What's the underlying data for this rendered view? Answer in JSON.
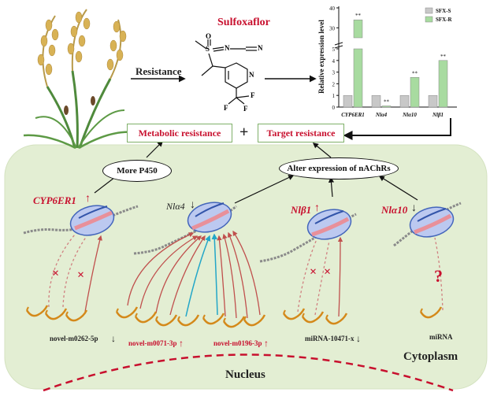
{
  "top": {
    "compound": "Sulfoxaflor",
    "resistance": "Resistance",
    "chem_atoms": {
      "o": "O",
      "s": "S",
      "n_imine": "N",
      "n_nitrile": "N",
      "n_ring": "N",
      "f1": "F",
      "f2": "F",
      "f3": "F"
    }
  },
  "chart_data": {
    "type": "bar",
    "categories": [
      "CYP6ER1",
      "Nlα4",
      "Nlα10",
      "Nlβ1"
    ],
    "series": [
      {
        "name": "SFX-S",
        "values": [
          1.0,
          1.0,
          1.0,
          1.0
        ],
        "color": "#c8c8c8"
      },
      {
        "name": "SFX-R",
        "values": [
          34.0,
          0.1,
          2.55,
          4.0
        ],
        "color": "#a8dba0"
      }
    ],
    "significance": [
      "**",
      "**",
      "**",
      "**"
    ],
    "ylabel": "Relative expression level",
    "ylim": [
      0,
      40
    ],
    "axis_break": [
      5,
      25
    ],
    "yticks_low": [
      "0",
      "1",
      "2",
      "3",
      "4",
      "5"
    ],
    "yticks_high": [
      "30",
      "40"
    ]
  },
  "boxes": {
    "metabolic": "Metabolic resistance",
    "plus": "+",
    "target": "Target resistance"
  },
  "ovals": {
    "p450": "More P450",
    "nachr": "Alter expression of nAChRs"
  },
  "genes": {
    "cyp6er1": "CYP6ER1",
    "nla4": "Nlα4",
    "nlb1": "Nlβ1",
    "nla10": "Nlα10",
    "up": "↑",
    "down": "↓"
  },
  "mirnas": {
    "m0262": "novel-m0262-5p",
    "m0071": "novel-m0071-3p",
    "m0196": "novel-m0196-3p",
    "m10471": "miRNA-10471-x",
    "mirna": "miRNA",
    "question": "?",
    "block": "×"
  },
  "regions": {
    "cytoplasm": "Cytoplasm",
    "nucleus": "Nucleus"
  },
  "colors": {
    "cell": "#e3eed3",
    "box_border": "#7fb069",
    "accent_red": "#c8102e",
    "arrow_red": "#c0504d",
    "arrow_cyan": "#22a6c8",
    "mirna": "#d4891a",
    "ribosome": "#bcc9f0"
  }
}
